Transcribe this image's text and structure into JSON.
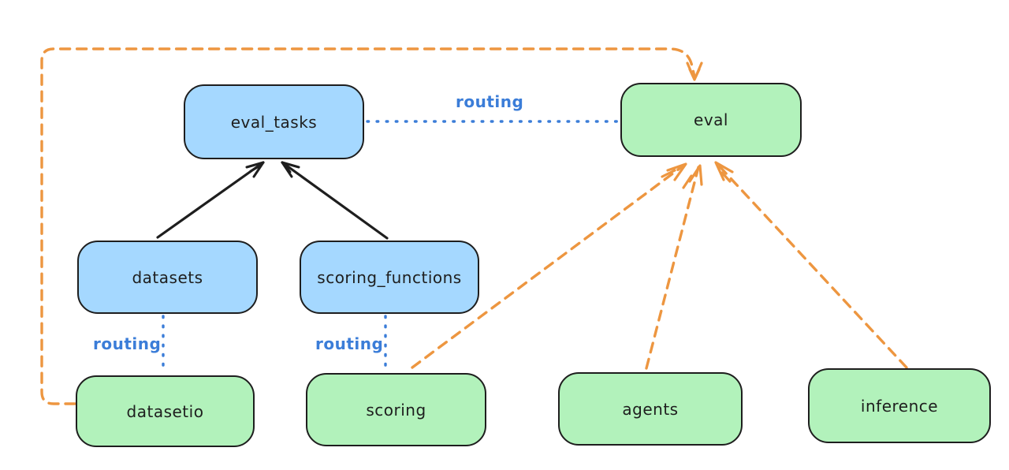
{
  "diagram_type": "architecture-diagram",
  "colors": {
    "blue_fill": "#a5d8ff",
    "green_fill": "#b2f2bb",
    "stroke": "#1e1e1e",
    "orange": "#ed9640",
    "blue_line": "#3b7dd8"
  },
  "nodes": [
    {
      "id": "eval_tasks",
      "label": "eval_tasks",
      "color": "blue"
    },
    {
      "id": "eval",
      "label": "eval",
      "color": "green"
    },
    {
      "id": "datasets",
      "label": "datasets",
      "color": "blue"
    },
    {
      "id": "scoring_functions",
      "label": "scoring_functions",
      "color": "blue"
    },
    {
      "id": "datasetio",
      "label": "datasetio",
      "color": "green"
    },
    {
      "id": "scoring",
      "label": "scoring",
      "color": "green"
    },
    {
      "id": "agents",
      "label": "agents",
      "color": "green"
    },
    {
      "id": "inference",
      "label": "inference",
      "color": "green"
    }
  ],
  "edges": [
    {
      "from": "eval_tasks",
      "to": "eval",
      "style": "dotted",
      "label": "routing"
    },
    {
      "from": "datasets",
      "to": "datasetio",
      "style": "dotted",
      "label": "routing"
    },
    {
      "from": "scoring_functions",
      "to": "scoring",
      "style": "dotted",
      "label": "routing"
    },
    {
      "from": "datasets",
      "to": "eval_tasks",
      "style": "solid-arrow",
      "label": ""
    },
    {
      "from": "scoring_functions",
      "to": "eval_tasks",
      "style": "solid-arrow",
      "label": ""
    },
    {
      "from": "datasetio",
      "to": "eval",
      "style": "dashed-arrow",
      "label": ""
    },
    {
      "from": "scoring",
      "to": "eval",
      "style": "dashed-arrow",
      "label": ""
    },
    {
      "from": "agents",
      "to": "eval",
      "style": "dashed-arrow",
      "label": ""
    },
    {
      "from": "inference",
      "to": "eval",
      "style": "dashed-arrow",
      "label": ""
    }
  ]
}
